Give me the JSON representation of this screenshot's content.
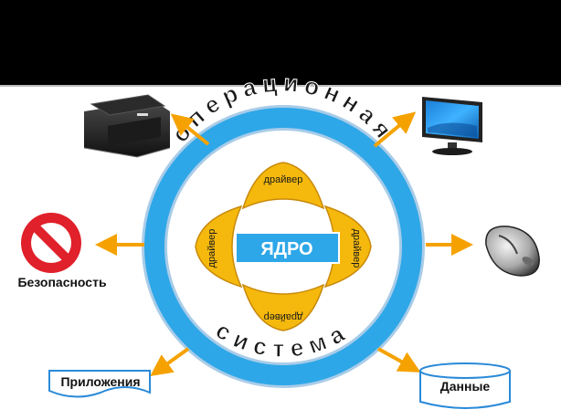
{
  "diagram": {
    "ring_text_top": "операционная",
    "ring_text_bottom": "система",
    "kernel_label": "ЯДРО",
    "driver_labels": [
      "драйвер",
      "драйвер",
      "драйвер",
      "драйвер"
    ],
    "peripherals": {
      "security_label": "Безопасность",
      "apps_label": "Приложения",
      "data_label": "Данные"
    },
    "icons": [
      "printer-icon",
      "monitor-icon",
      "no-entry-icon",
      "mouse-icon",
      "document-icon",
      "database-icon"
    ],
    "colors": {
      "ring": "#2ea7e8",
      "ring_outline": "#a9cce8",
      "driver_fill": "#f5b90d",
      "driver_stroke": "#c8890a",
      "kernel_fill": "#2ea7e8",
      "arrow": "#f5a200",
      "no_entry": "#e0202a",
      "doc_outline": "#2a8ad8",
      "topbar": "#000000"
    }
  }
}
